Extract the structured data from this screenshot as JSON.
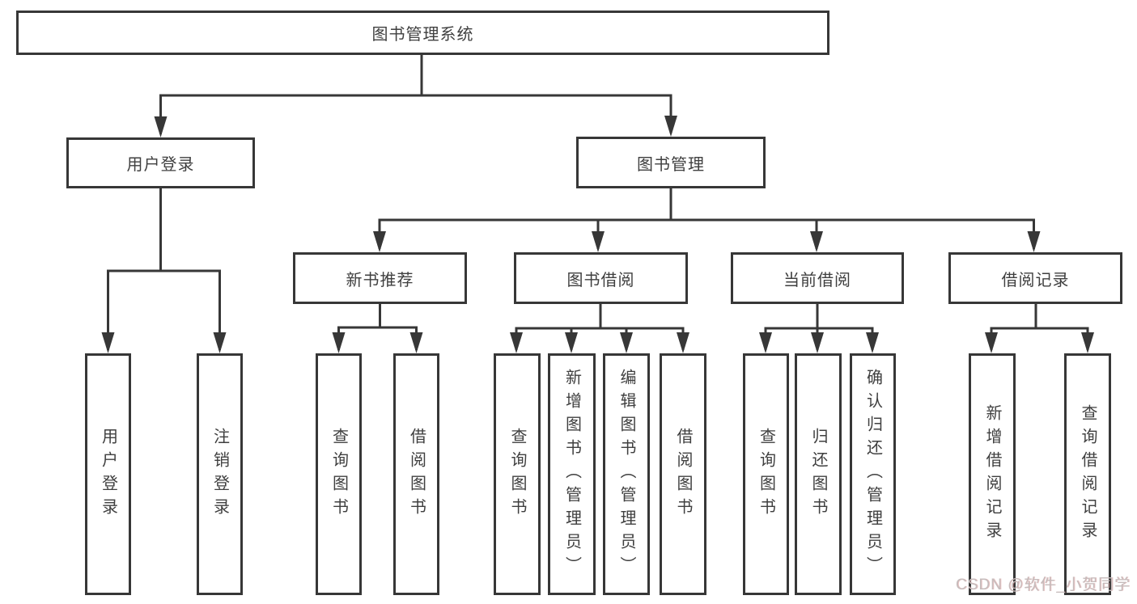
{
  "diagram": {
    "title": "图书管理系统",
    "level2": {
      "user_login": "用户登录",
      "book_mgmt": "图书管理"
    },
    "level3": {
      "new_books": "新书推荐",
      "book_borrow": "图书借阅",
      "current_borrow": "当前借阅",
      "borrow_records": "借阅记录"
    },
    "leaves": {
      "user_login": [
        "用户登录",
        "注销登录"
      ],
      "new_books": [
        "查询图书",
        "借阅图书"
      ],
      "book_borrow": [
        "查询图书",
        "新增图书（管理员）",
        "编辑图书（管理员）",
        "借阅图书"
      ],
      "current_borrow": [
        "查询图书",
        "归还图书",
        "确认归还（管理员）"
      ],
      "borrow_records": [
        "新增借阅记录",
        "查询借阅记录"
      ]
    },
    "watermark": "CSDN @软件_小贺同学",
    "colors": {
      "line": "#373737",
      "text": "#3f3f3f",
      "background": "#ffffff",
      "watermark": "#c6bcbc"
    }
  }
}
